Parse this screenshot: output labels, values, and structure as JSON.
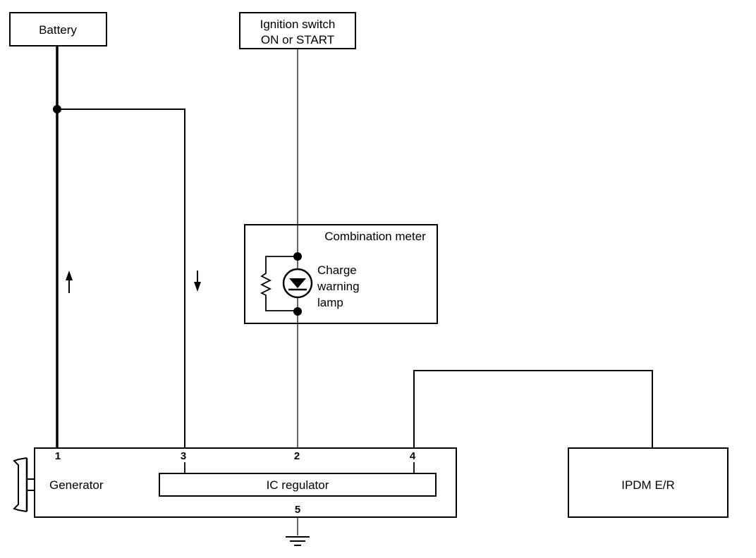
{
  "boxes": {
    "battery": "Battery",
    "ignition_line1": "Ignition switch",
    "ignition_line2": "ON or START",
    "combination_meter": "Combination meter",
    "lamp_line1": "Charge",
    "lamp_line2": "warning",
    "lamp_line3": "lamp",
    "generator": "Generator",
    "ic_regulator": "IC regulator",
    "ipdm": "IPDM E/R"
  },
  "pins": {
    "p1": "1",
    "p3": "3",
    "p2": "2",
    "p4": "4",
    "p5": "5"
  }
}
